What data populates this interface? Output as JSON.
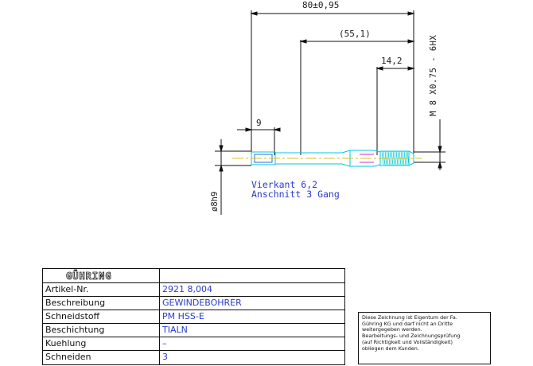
{
  "dimensions": {
    "overall_length": "80±0,95",
    "shank_length": "(55,1)",
    "thread_length": "14,2",
    "square_length": "9",
    "thread_spec": "M 8 X0.75 - 6HX",
    "shank_diameter": "ø8h9"
  },
  "notes": {
    "square": "Vierkant 6,2",
    "chamfer": "Anschnitt 3 Gang"
  },
  "title_block": {
    "brand": "GÜHRING",
    "rows": [
      {
        "label": "Artikel-Nr.",
        "value": "2921 8,004"
      },
      {
        "label": "Beschreibung",
        "value": "GEWINDEBOHRER"
      },
      {
        "label": "Schneidstoff",
        "value": "PM HSS-E"
      },
      {
        "label": "Beschichtung",
        "value": "TIALN"
      },
      {
        "label": "Kuehlung",
        "value": "–"
      },
      {
        "label": "Schneiden",
        "value": "3"
      }
    ]
  },
  "copyright_notice": [
    "Diese Zeichnung ist Eigentum der Fa.",
    "Gühring KG und darf nicht an Dritte",
    "weitergegeben werden.",
    "Bearbeitungs- und Zeichnungsprüfung",
    "(auf Richtigkeit und Vollständigkeit)",
    "obliegen dem Kunden."
  ],
  "colors": {
    "dimension_line": "#111111",
    "tool_outline": "#00c8d8",
    "centerline": "#d8c020",
    "note_text": "#2a3cc8"
  }
}
